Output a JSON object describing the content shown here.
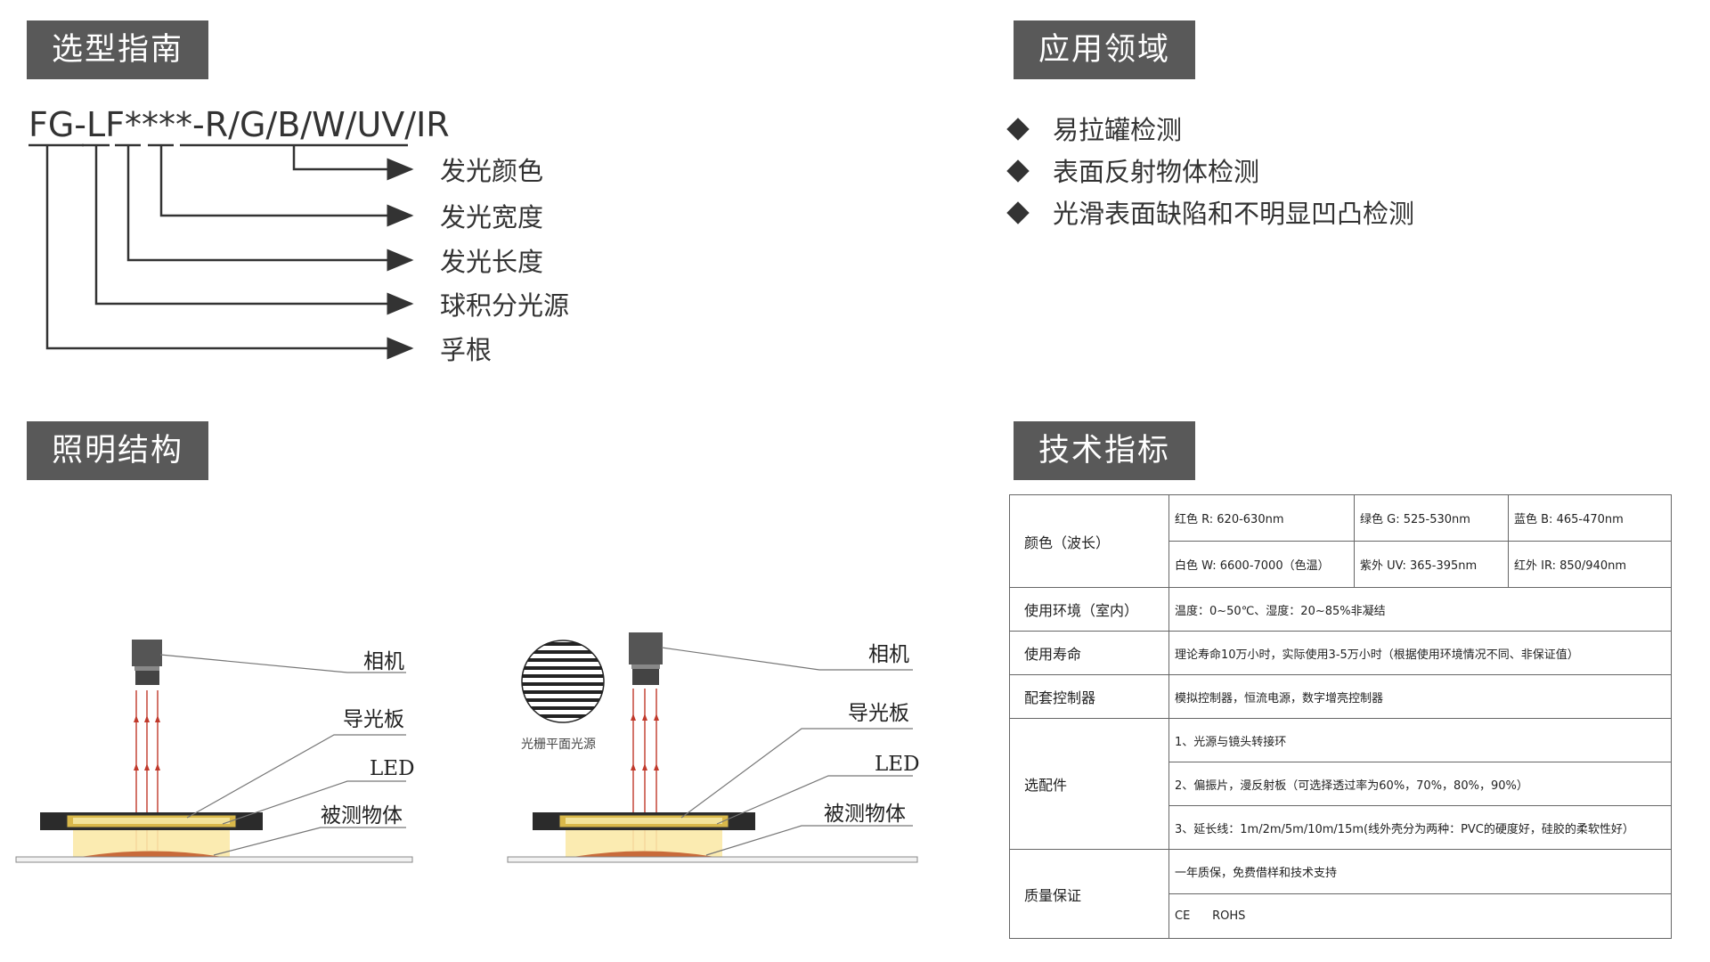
{
  "headers": {
    "selection": "选型指南",
    "applications": "应用领域",
    "structure": "照明结构",
    "specs": "技术指标"
  },
  "model_code": "FG-LF****-R/G/B/W/UV/IR",
  "code_legend": [
    "发光颜色",
    "发光宽度",
    "发光长度",
    "球积分光源",
    "孚根"
  ],
  "applications": [
    "易拉罐检测",
    "表面反射物体检测",
    "光滑表面缺陷和不明显凹凸检测"
  ],
  "diagram": {
    "camera": "相机",
    "light_guide": "导光板",
    "led": "LED",
    "object": "被测物体",
    "grating_source": "光栅平面光源"
  },
  "specs": {
    "color": {
      "key": "颜色（波长）",
      "red": "红色 R: 620-630nm",
      "green": "绿色 G: 525-530nm",
      "blue": "蓝色 B: 465-470nm",
      "white": "白色 W: 6600-7000（色温）",
      "uv": "紫外 UV: 365-395nm",
      "ir": "红外 IR: 850/940nm"
    },
    "environment": {
      "key": "使用环境（室内）",
      "value": "温度：0~50℃、湿度：20~85%非凝结"
    },
    "lifetime": {
      "key": "使用寿命",
      "value": "理论寿命10万小时，实际使用3-5万小时（根据使用环境情况不同、非保证值）"
    },
    "controller": {
      "key": "配套控制器",
      "value": "模拟控制器，恒流电源，数字增亮控制器"
    },
    "accessories": {
      "key": "选配件",
      "items": [
        "1、光源与镜头转接环",
        "2、偏振片，漫反射板（可选择透过率为60%，70%，80%，90%）",
        "3、延长线：1m/2m/5m/10m/15m(线外壳分为两种：PVC的硬度好，硅胶的柔软性好）"
      ]
    },
    "warranty": {
      "key": "质量保证",
      "value": "一年质保，免费借样和技术支持",
      "certs": "CE      ROHS"
    }
  }
}
